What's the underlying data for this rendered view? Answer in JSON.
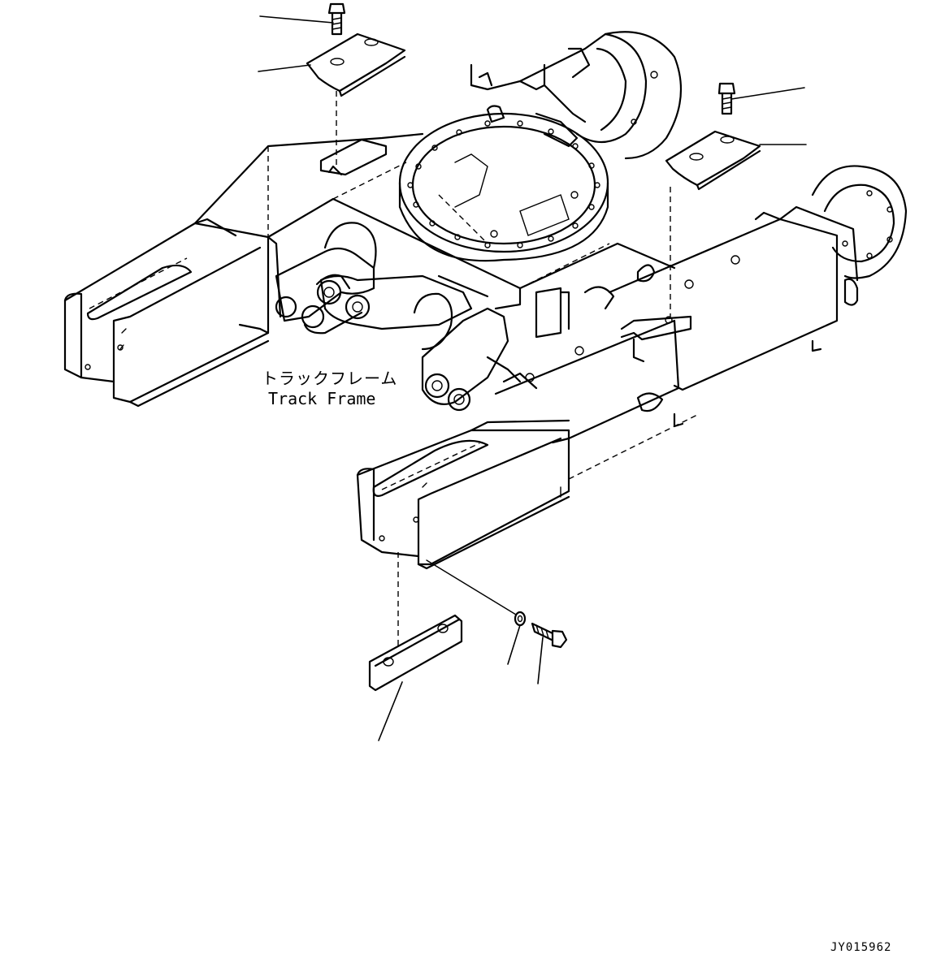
{
  "diagram": {
    "assembly_label_jp": "トラックフレーム",
    "assembly_label_en": "Track Frame",
    "drawing_number": "JY015962"
  }
}
